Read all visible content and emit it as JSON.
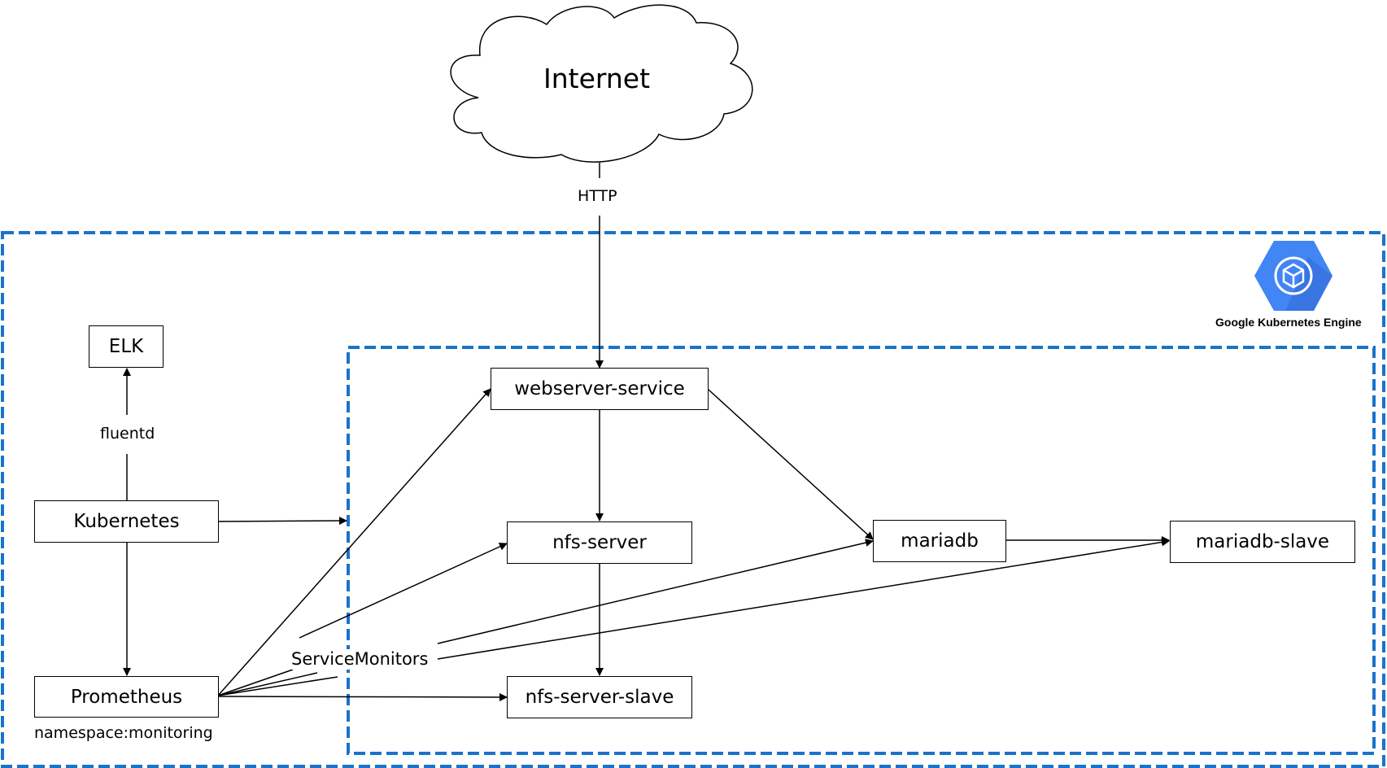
{
  "internet": {
    "label": "Internet"
  },
  "edges": {
    "http": "HTTP",
    "fluentd": "fluentd",
    "service_monitors": "ServiceMonitors"
  },
  "nodes": {
    "elk": "ELK",
    "kubernetes": "Kubernetes",
    "prometheus": "Prometheus",
    "webserver_service": "webserver-service",
    "nfs_server": "nfs-server",
    "nfs_server_slave": "nfs-server-slave",
    "mariadb": "mariadb",
    "mariadb_slave": "mariadb-slave"
  },
  "namespace_label": "namespace:monitoring",
  "gke": {
    "caption": "Google Kubernetes Engine",
    "icon": "gke-hexagon-cube-icon"
  },
  "colors": {
    "boundary": "#1a73c8",
    "gke_icon": "#4285f4",
    "gke_icon_shadow": "#3367d6"
  }
}
